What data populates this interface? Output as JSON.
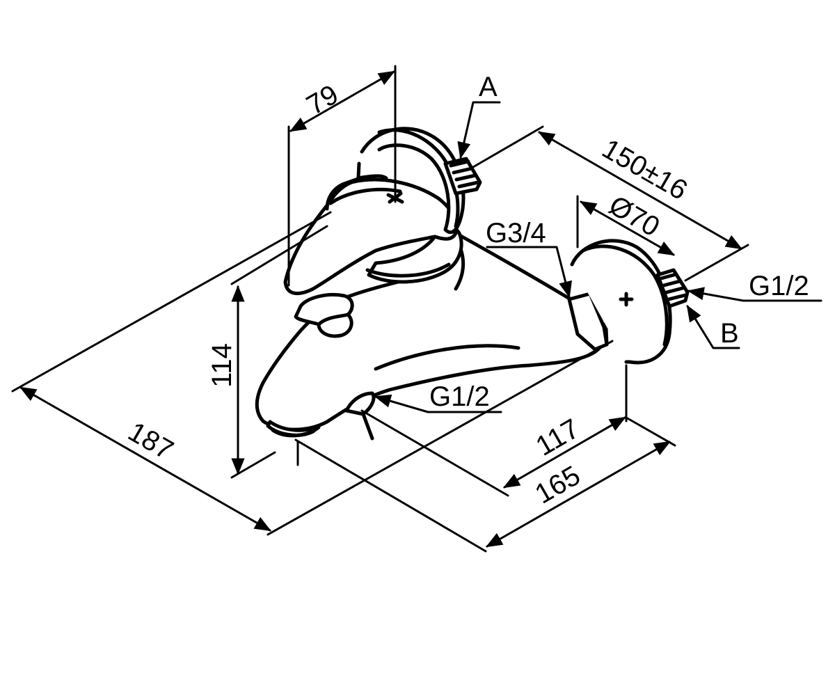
{
  "diagram": {
    "dimensions": {
      "d79": "79",
      "d150": "150±16",
      "d70": "Ø70",
      "d114": "114",
      "d187": "187",
      "d117": "117",
      "d165": "165"
    },
    "labels": {
      "a": "A",
      "b": "B",
      "g34": "G3/4",
      "g12_right": "G1/2",
      "g12_bottom": "G1/2"
    }
  }
}
